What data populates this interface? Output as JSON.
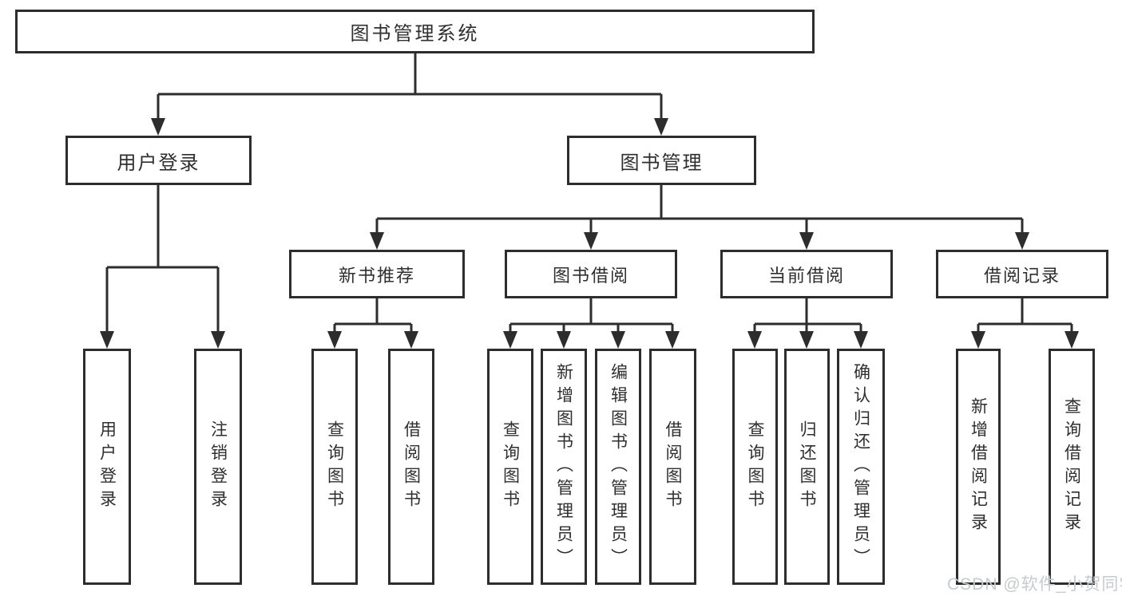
{
  "diagram": {
    "root": {
      "label": "图书管理系统"
    },
    "level2": [
      {
        "label": "用户登录"
      },
      {
        "label": "图书管理"
      }
    ],
    "level3": [
      {
        "label": "新书推荐",
        "parent": "图书管理"
      },
      {
        "label": "图书借阅",
        "parent": "图书管理"
      },
      {
        "label": "当前借阅",
        "parent": "图书管理"
      },
      {
        "label": "借阅记录",
        "parent": "图书管理"
      }
    ],
    "leaves": [
      {
        "label": "用户登录",
        "parent": "用户登录"
      },
      {
        "label": "注销登录",
        "parent": "用户登录"
      },
      {
        "label": "查询图书",
        "parent": "新书推荐"
      },
      {
        "label": "借阅图书",
        "parent": "新书推荐"
      },
      {
        "label": "查询图书",
        "parent": "图书借阅"
      },
      {
        "label": "新增图书（管理员）",
        "parent": "图书借阅"
      },
      {
        "label": "编辑图书（管理员）",
        "parent": "图书借阅"
      },
      {
        "label": "借阅图书",
        "parent": "图书借阅"
      },
      {
        "label": "查询图书",
        "parent": "当前借阅"
      },
      {
        "label": "归还图书",
        "parent": "当前借阅"
      },
      {
        "label": "确认归还（管理员）",
        "parent": "当前借阅"
      },
      {
        "label": "新增借阅记录",
        "parent": "借阅记录"
      },
      {
        "label": "查询借阅记录",
        "parent": "借阅记录"
      }
    ]
  },
  "watermark": "CSDN @软件_小贺同学",
  "colors": {
    "line": "#2d2d2d",
    "box_border": "#2d2d2d",
    "text": "#2f2f2f",
    "watermark": "#c6cbcf",
    "background": "#ffffff"
  }
}
